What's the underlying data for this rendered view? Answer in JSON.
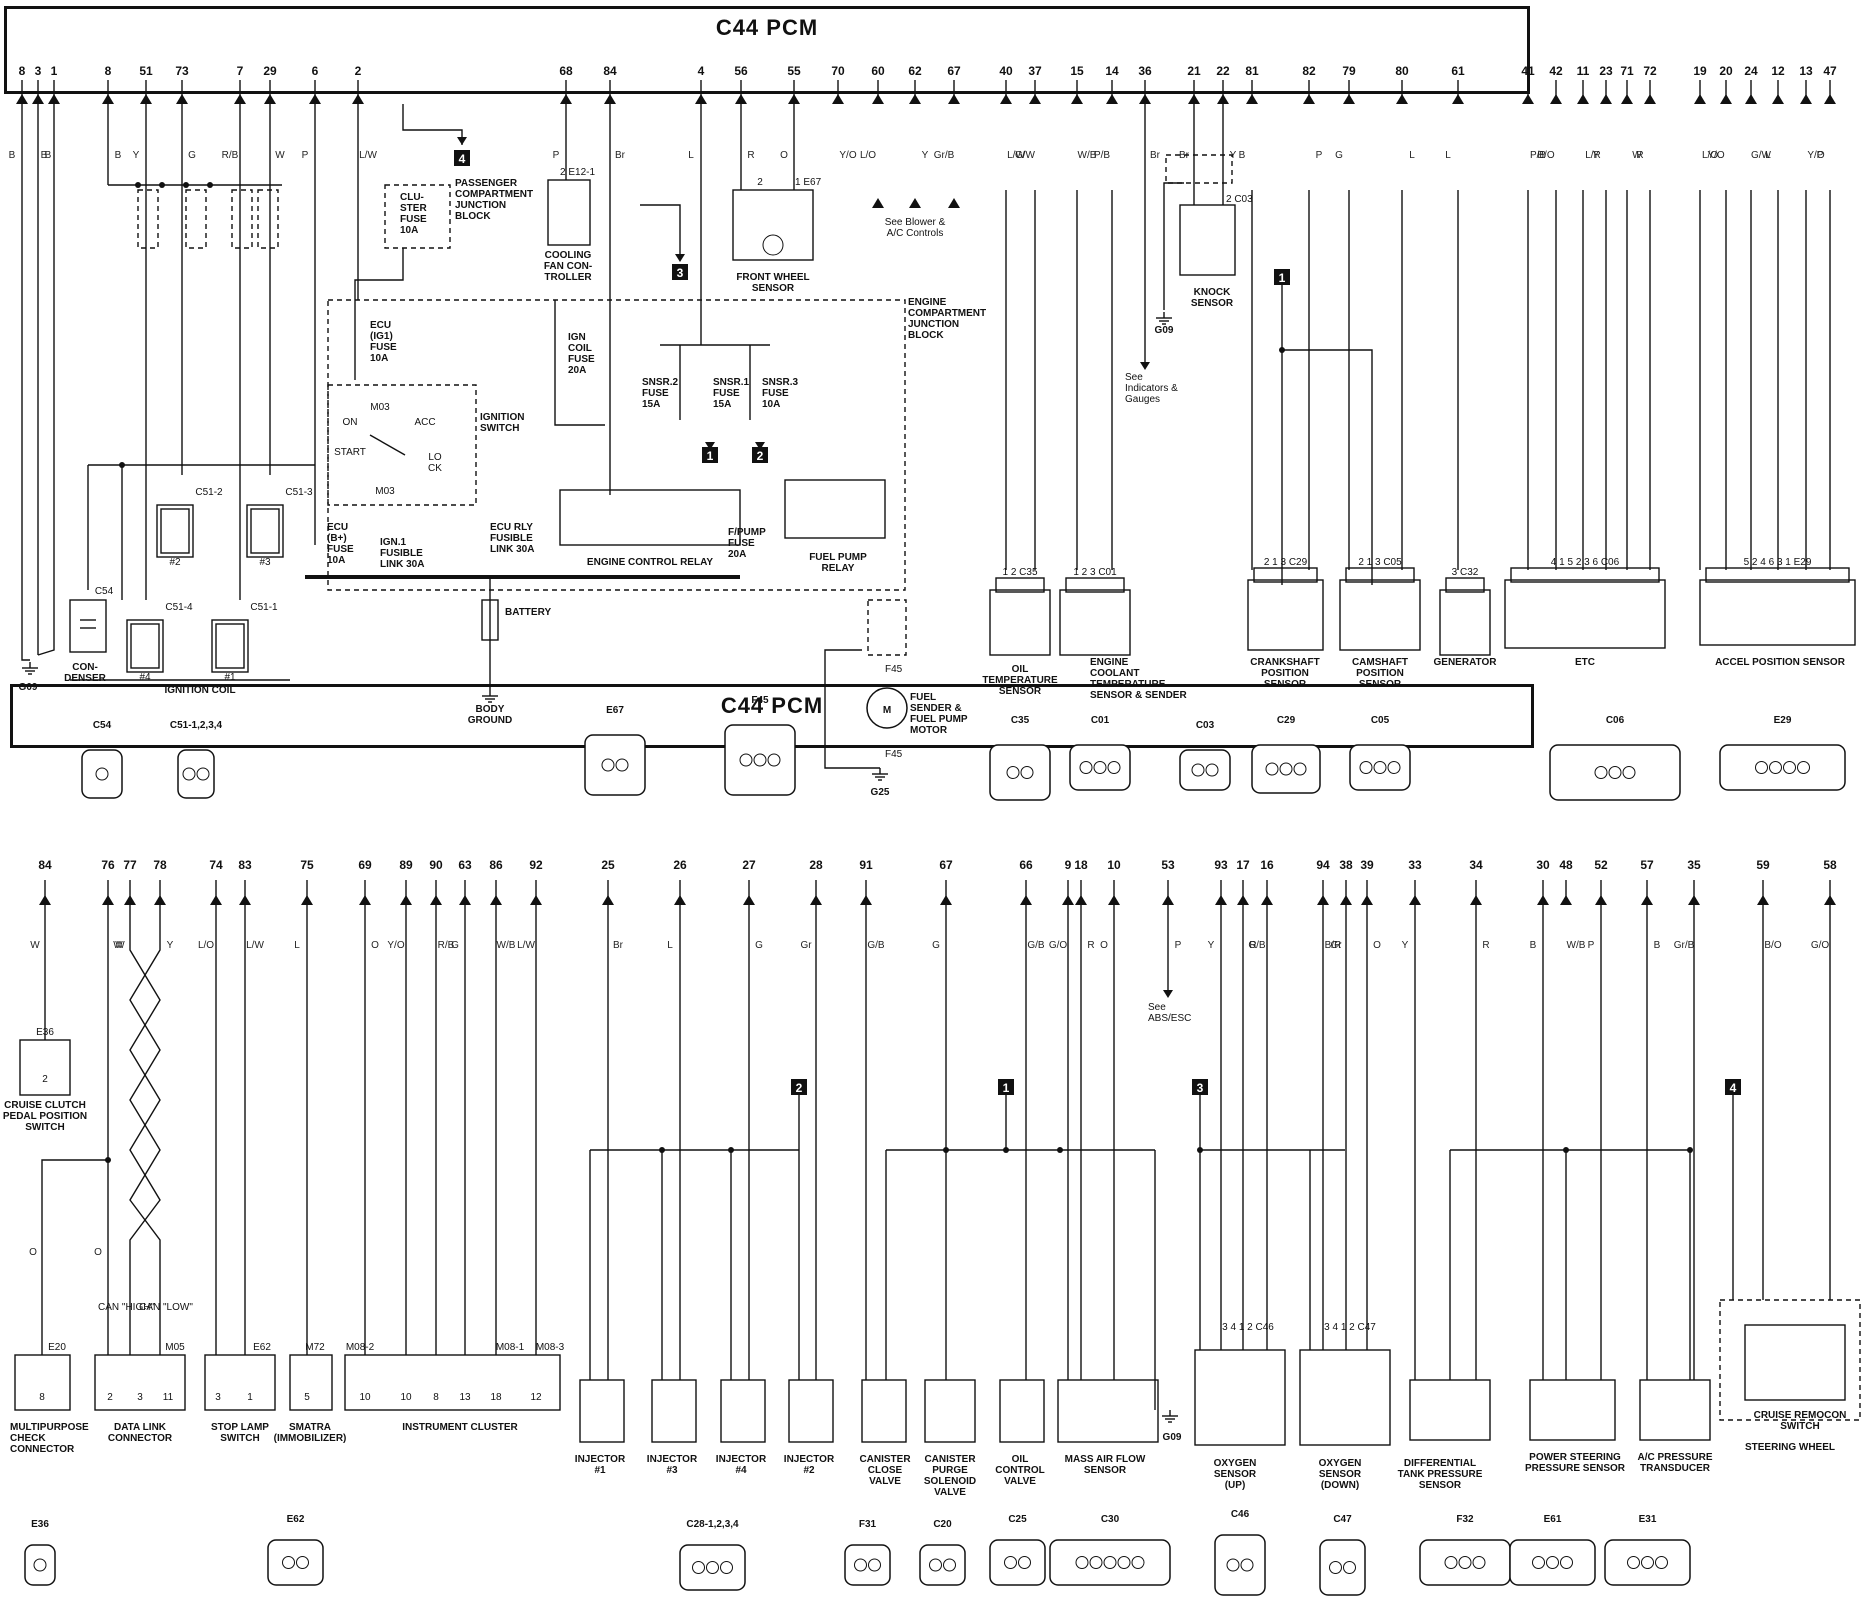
{
  "top_panel": {
    "title": "C44 PCM",
    "pins": [
      "8",
      "3",
      "1",
      "8",
      "51",
      "73",
      "7",
      "29",
      "6",
      "2",
      "68",
      "84",
      "4",
      "56",
      "55",
      "70",
      "60",
      "62",
      "67",
      "40",
      "37",
      "15",
      "14",
      "36",
      "21",
      "22",
      "81",
      "82",
      "79",
      "80",
      "61",
      "41",
      "42",
      "11",
      "23",
      "71",
      "72",
      "19",
      "20",
      "24",
      "12",
      "13",
      "47"
    ],
    "wire_colors": [
      "B",
      "B",
      "B",
      "B",
      "Y",
      "G",
      "R/B",
      "W",
      "P",
      "L/W",
      "P",
      "Br",
      "L",
      "R",
      "O",
      "Y/O",
      "L/O",
      "Y",
      "Gr/B",
      "L/W",
      "G/W",
      "W/B",
      "P/B",
      "Br",
      "Br",
      "Y",
      "B",
      "P",
      "G",
      "L",
      "L",
      "P/B",
      "B/O",
      "L/R",
      "Y",
      "W",
      "R",
      "L/O",
      "Y/O",
      "G/W",
      "L",
      "Y/O",
      "P"
    ],
    "components": [
      {
        "label": "G09"
      },
      {
        "label": "CON-\nDENSER"
      },
      {
        "label": "IGNITION COIL"
      },
      {
        "label": "BATTERY"
      },
      {
        "label": "BODY\nGROUND"
      },
      {
        "label": "ENGINE CONTROL RELAY"
      },
      {
        "label": "FUEL PUMP\nRELAY"
      },
      {
        "label": "IGNITION\nSWITCH"
      },
      {
        "label": "PASSENGER\nCOMPARTMENT\nJUNCTION\nBLOCK"
      },
      {
        "label": "ENGINE\nCOMPARTMENT\nJUNCTION\nBLOCK"
      },
      {
        "label": "COOLING\nFAN CON-\nTROLLER"
      },
      {
        "label": "FRONT WHEEL\nSENSOR"
      },
      {
        "label": "KNOCK\nSENSOR"
      },
      {
        "label": "FUEL\nSENDER &\nFUEL PUMP\nMOTOR"
      },
      {
        "label": "OIL\nTEMPERATURE\nSENSOR"
      },
      {
        "label": "ENGINE\nCOOLANT\nTEMPERATURE\nSENSOR & SENDER"
      },
      {
        "label": "CRANKSHAFT\nPOSITION\nSENSOR"
      },
      {
        "label": "CAMSHAFT\nPOSITION\nSENSOR"
      },
      {
        "label": "GENERATOR"
      },
      {
        "label": "ETC"
      },
      {
        "label": "ACCEL POSITION SENSOR"
      }
    ],
    "fuses": [
      "CLU-\nSTER\nFUSE\n10A",
      "ECU\n(IG1)\nFUSE\n10A",
      "IGN\nCOIL\nFUSE\n20A",
      "SNSR.2\nFUSE\n15A",
      "SNSR.1\nFUSE\n15A",
      "SNSR.3\nFUSE\n10A",
      "ECU\n(B+)\nFUSE\n10A",
      "IGN.1\nFUSIBLE\nLINK 30A",
      "ECU RLY\nFUSIBLE\nLINK 30A",
      "F/PUMP\nFUSE\n20A"
    ],
    "refs": [
      "See Blower &\nA/C Controls",
      "See\nIndicators &\nGauges"
    ],
    "connectors": [
      "C54",
      "C51-1,2,3,4",
      "E67",
      "F45",
      "C35",
      "C01",
      "C03",
      "C29",
      "C05",
      "C06",
      "E29"
    ],
    "ignition_positions": [
      "ON",
      "ACC",
      "START",
      "LO\nCK"
    ],
    "ignition_ids": [
      "M03",
      "M03"
    ],
    "coil_labels": [
      "#2",
      "#3",
      "#4",
      "#1"
    ],
    "coil_connectors": [
      "C51-2",
      "C51-3",
      "C51-4",
      "C51-1"
    ]
  },
  "bottom_panel": {
    "title": "C44 PCM",
    "pins": [
      "84",
      "76",
      "77",
      "78",
      "74",
      "83",
      "75",
      "69",
      "89",
      "90",
      "63",
      "86",
      "92",
      "25",
      "26",
      "27",
      "28",
      "91",
      "67",
      "66",
      "9",
      "18",
      "10",
      "53",
      "93",
      "17",
      "16",
      "94",
      "38",
      "39",
      "33",
      "34",
      "30",
      "48",
      "52",
      "57",
      "35",
      "59",
      "58"
    ],
    "wire_colors": [
      "W",
      "W",
      "W",
      "Y",
      "L/O",
      "L/W",
      "L",
      "O",
      "Y/O",
      "R/B",
      "G",
      "W/B",
      "L/W",
      "Br",
      "L",
      "G",
      "Gr",
      "G/B",
      "G",
      "G/B",
      "G/O",
      "R",
      "O",
      "P",
      "Y",
      "R",
      "G/B",
      "B/R",
      "Gr",
      "O",
      "Y",
      "R",
      "B",
      "W/B",
      "P",
      "B",
      "Gr/B",
      "B/O",
      "G/O"
    ],
    "components": [
      {
        "label": "CRUISE CLUTCH\nPEDAL POSITION\nSWITCH"
      },
      {
        "label": "MULTIPURPOSE\nCHECK\nCONNECTOR"
      },
      {
        "label": "DATA LINK\nCONNECTOR"
      },
      {
        "label": "STOP LAMP\nSWITCH"
      },
      {
        "label": "SMATRA\n(IMMOBILIZER)"
      },
      {
        "label": "INSTRUMENT CLUSTER"
      },
      {
        "label": "INJECTOR\n#1"
      },
      {
        "label": "INJECTOR\n#3"
      },
      {
        "label": "INJECTOR\n#4"
      },
      {
        "label": "INJECTOR\n#2"
      },
      {
        "label": "CANISTER\nCLOSE\nVALVE"
      },
      {
        "label": "CANISTER\nPURGE\nSOLENOID\nVALVE"
      },
      {
        "label": "OIL\nCONTROL\nVALVE"
      },
      {
        "label": "MASS AIR FLOW\nSENSOR"
      },
      {
        "label": "OXYGEN\nSENSOR\n(UP)"
      },
      {
        "label": "OXYGEN\nSENSOR\n(DOWN)"
      },
      {
        "label": "DIFFERENTIAL\nTANK PRESSURE\nSENSOR"
      },
      {
        "label": "POWER STEERING\nPRESSURE SENSOR"
      },
      {
        "label": "A/C PRESSURE\nTRANSDUCER"
      },
      {
        "label": "CRUISE REMOCON\nSWITCH"
      },
      {
        "label": "STEERING WHEEL"
      }
    ],
    "refs": [
      "See\nABS/ESC"
    ],
    "can_labels": [
      "CAN \"HIGH\"",
      "CAN \"LOW\""
    ],
    "connectors": [
      "E36",
      "E62",
      "C28-1,2,3,4",
      "F31",
      "C20",
      "C25",
      "C30",
      "C46",
      "C47",
      "F32",
      "E61",
      "E31"
    ],
    "ground": "G09"
  },
  "markers": [
    "1",
    "2",
    "3",
    "4"
  ],
  "colors": {
    "line": "#111111",
    "background": "#ffffff"
  }
}
